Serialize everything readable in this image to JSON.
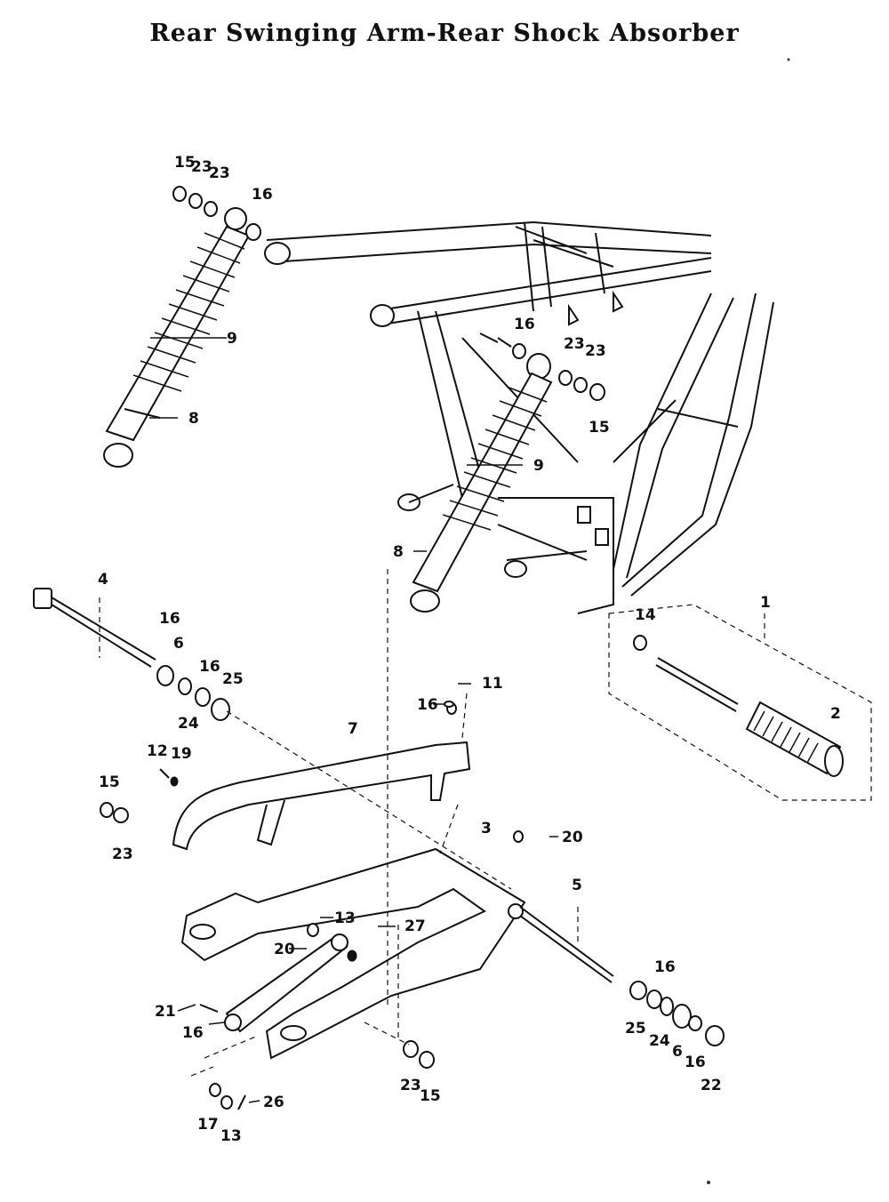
{
  "title": "Rear Swinging Arm-Rear Shock Аbsorber",
  "callouts": {
    "c1": "1",
    "c2": "2",
    "c3": "3",
    "c4": "4",
    "c5": "5",
    "c7": "7",
    "c8a": "8",
    "c8b": "8",
    "c9a": "9",
    "c9b": "9",
    "c11": "11",
    "c12": "12",
    "c13a": "13",
    "c13b": "13",
    "c14": "14",
    "c15a": "15",
    "c15b": "15",
    "c15c": "15",
    "c15d": "15",
    "c16a": "16",
    "c16b": "16",
    "c16c": "16",
    "c16d": "16",
    "c16e": "16",
    "c16f": "16",
    "c16g": "16",
    "c16h": "16",
    "c17": "17",
    "c19": "19",
    "c20a": "20",
    "c20b": "20",
    "c21": "21",
    "c22": "22",
    "c23a": "23",
    "c23b": "23",
    "c23c": "23",
    "c23d": "23",
    "c23e": "23",
    "c23f": "23",
    "c24a": "24",
    "c24b": "24",
    "c25a": "25",
    "c25b": "25",
    "c6a": "6",
    "c6b": "6",
    "c26": "26",
    "c27": "27"
  }
}
